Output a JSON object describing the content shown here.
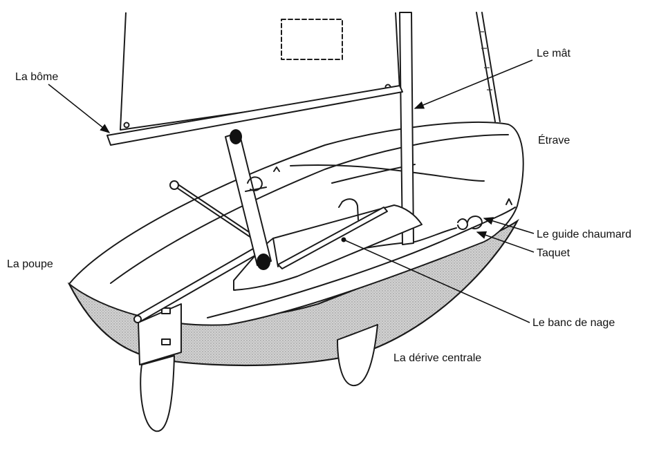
{
  "labels": {
    "boom": "La bôme",
    "mast": "Le mât",
    "bow": "Étrave",
    "fairlead": "Le guide chaumard",
    "cleat": "Taquet",
    "stern": "La poupe",
    "thwart": "Le banc de nage",
    "centerboard": "La dérive centrale"
  },
  "colors": {
    "ink": "#1a1a1a",
    "hull_shade": "#c8c8c8",
    "background": "#ffffff"
  }
}
